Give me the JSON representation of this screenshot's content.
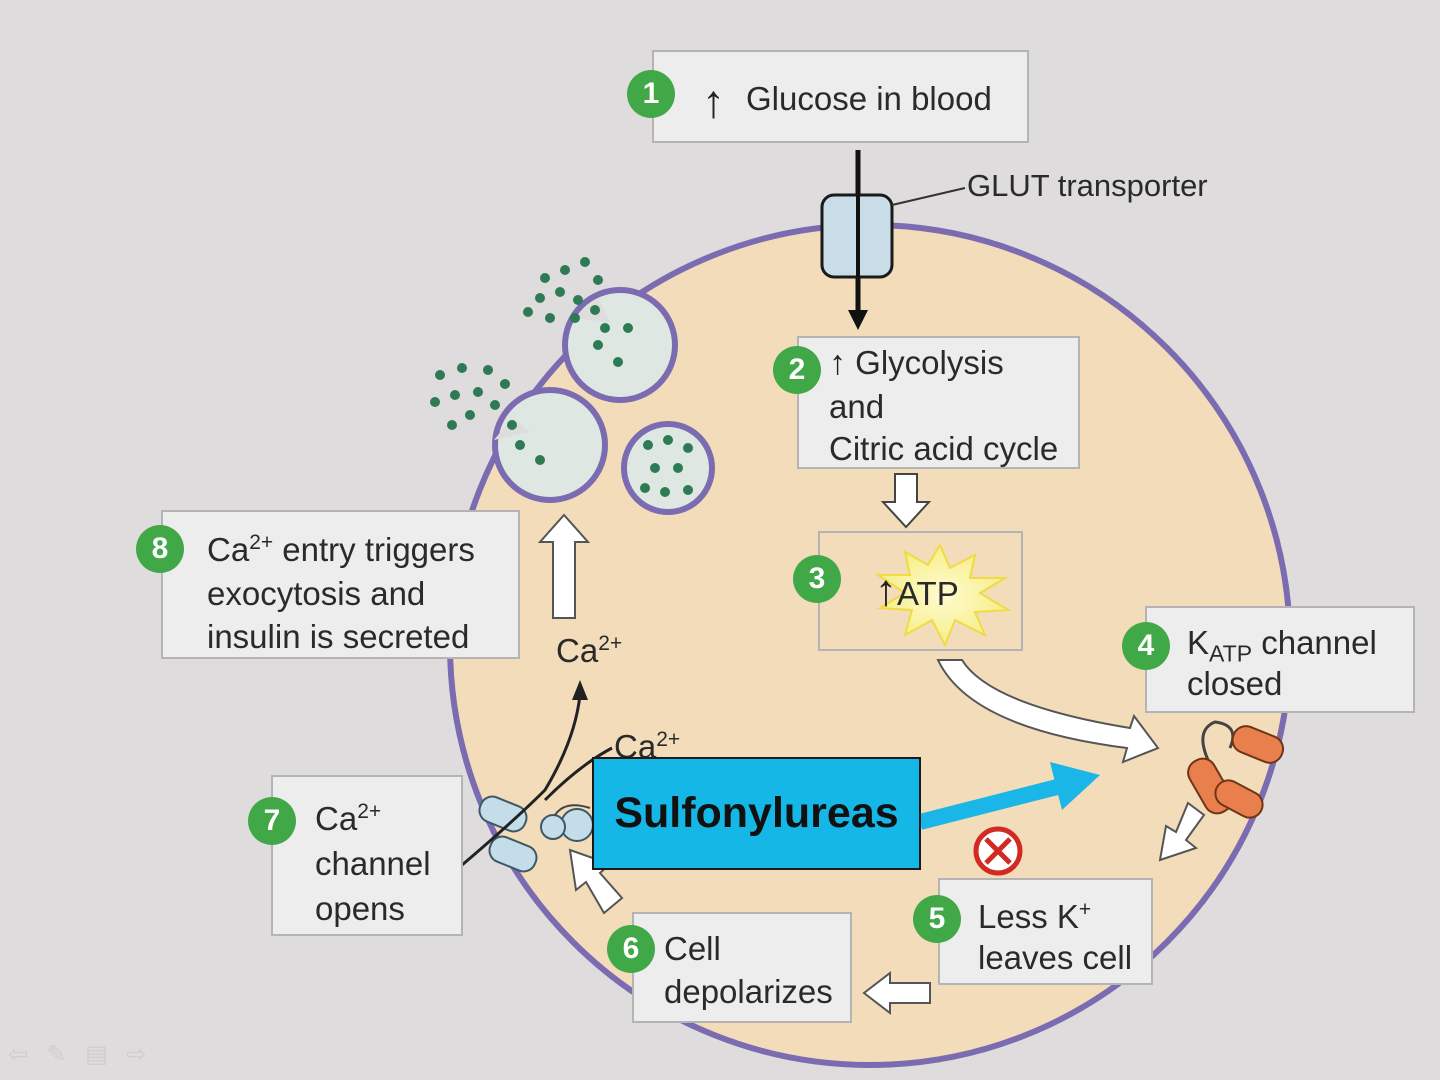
{
  "steps": {
    "s1": {
      "num": "1",
      "arrow": "↑",
      "text": "Glucose in blood"
    },
    "s2": {
      "num": "2",
      "arrow": "↑",
      "line1": "Glycolysis",
      "line2": "and",
      "line3": "Citric acid cycle"
    },
    "s3": {
      "num": "3",
      "arrow": "↑",
      "text": "ATP"
    },
    "s4": {
      "num": "4",
      "k": "K",
      "ksub": "ATP",
      "line1_rest": " channel",
      "line2": "closed"
    },
    "s5": {
      "num": "5",
      "line1": "Less K",
      "line1_sup": "+",
      "line2": "leaves cell"
    },
    "s6": {
      "num": "6",
      "line1": "Cell",
      "line2": "depolarizes"
    },
    "s7": {
      "num": "7",
      "ca": "Ca",
      "ca_sup": "2+",
      "line2": "channel",
      "line3": "opens"
    },
    "s8": {
      "num": "8",
      "ca": "Ca",
      "ca_sup": "2+",
      "line1_rest": " entry triggers",
      "line2": "exocytosis and",
      "line3": "insulin is secreted"
    }
  },
  "labels": {
    "glut": "GLUT transporter",
    "ca_out": "Ca",
    "ca_out_sup": "2+",
    "ca_in": "Ca",
    "ca_in_sup": "2+",
    "sulfonylureas": "Sulfonylureas"
  },
  "icons": [
    "arrow-up-icon",
    "block-symbol-icon",
    "atp-burst-icon"
  ],
  "colors": {
    "background": "#dedcdc",
    "cell": "#f2dcba",
    "membrane": "#7b6bb0",
    "step_badge": "#41a847",
    "drug_box": "#14b7e6",
    "drug_arrow": "#1ab6e8",
    "k_channel": "#e87f4d",
    "block_symbol": "#d22a22",
    "atp_burst": "#f6ee8a"
  },
  "nav_icons": [
    "prev-icon",
    "pen-icon",
    "menu-icon",
    "next-icon"
  ]
}
